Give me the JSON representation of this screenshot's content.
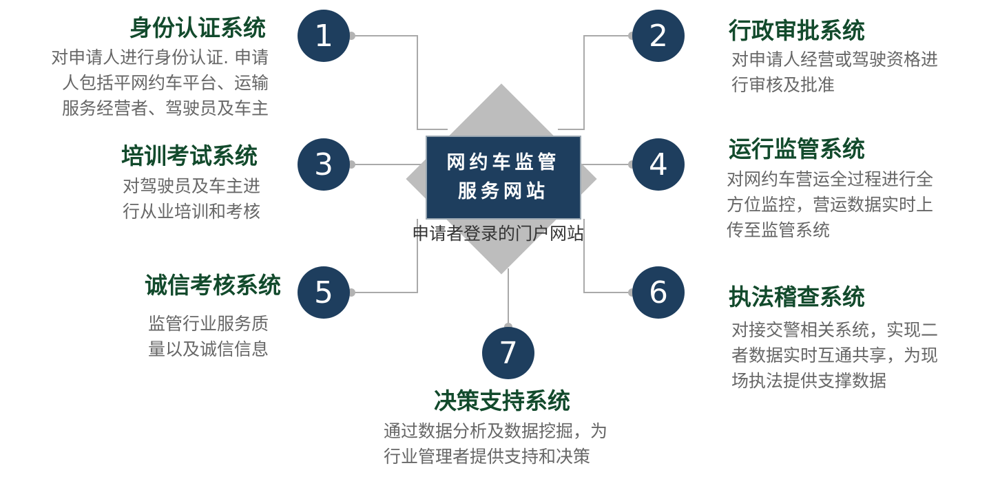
{
  "center": {
    "line1": "网约车监管",
    "line2": "服务网站",
    "caption": "申请者登录的门户网站"
  },
  "systems": [
    {
      "num": "1",
      "title": "身份认证系统",
      "desc": [
        "对申请人进行身份认证. 申请",
        "人包括平网约车平台、运输",
        "服务经营者、驾驶员及车主"
      ]
    },
    {
      "num": "2",
      "title": "行政审批系统",
      "desc": [
        "对申请人经营或驾驶资格进",
        "行审核及批准"
      ]
    },
    {
      "num": "3",
      "title": "培训考试系统",
      "desc": [
        "对驾驶员及车主进",
        "行从业培训和考核"
      ]
    },
    {
      "num": "4",
      "title": "运行监管系统",
      "desc": [
        "对网约车营运全过程进行全",
        "方位监控，营运数据实时上",
        "传至监管系统"
      ]
    },
    {
      "num": "5",
      "title": "诚信考核系统",
      "desc": [
        "监管行业服务质",
        "量以及诚信信息"
      ]
    },
    {
      "num": "6",
      "title": "执法稽查系统",
      "desc": [
        "对接交警相关系统，实现二",
        "者数据实时互通共享，为现",
        "场执法提供支撑数据"
      ]
    },
    {
      "num": "7",
      "title": "决策支持系统",
      "desc": [
        "通过数据分析及数据挖掘，为",
        "行业管理者提供支持和决策"
      ]
    }
  ],
  "colors": {
    "badge": "#1e3e5e",
    "title": "#124a2c",
    "desc": "#666666",
    "connector": "#aaaaaa",
    "diamond": "#bdbdbd"
  }
}
